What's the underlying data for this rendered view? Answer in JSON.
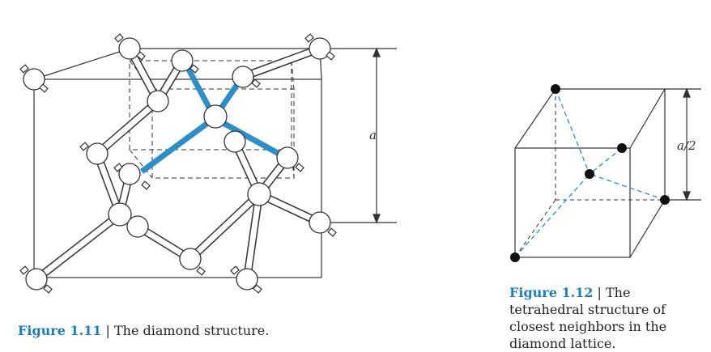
{
  "figure_11": {
    "dimension_label": "a",
    "caption": {
      "number": "Figure 1.11",
      "sep": " | ",
      "text": "The diamond structure."
    },
    "colors": {
      "highlight_bond": "#2a8fca",
      "line": "#222222"
    }
  },
  "figure_12": {
    "dimension_label": "a/2",
    "caption": {
      "number": "Figure 1.12",
      "sep": " | ",
      "text": "The tetrahedral structure of closest neighbors in the diamond lattice."
    },
    "colors": {
      "bond": "#2a8fca",
      "atom": "#111111"
    }
  }
}
